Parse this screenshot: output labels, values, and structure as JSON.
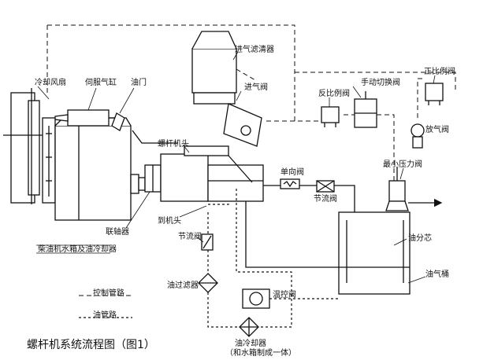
{
  "labels": {
    "air_filter": "进气滤清器",
    "cooling_fan": "冷却风扇",
    "servo_cylinder": "伺服气缸",
    "throttle": "油门",
    "intake_valve": "进气阀",
    "proportional_valve": "反比例阀",
    "manual_switch_valve": "手动切换阀",
    "direct_proportional_valve": "正比例阀",
    "vent_valve": "放气阀",
    "screw_head": "螺杆机头",
    "check_valve": "单向阀",
    "min_pressure_valve": "最小压力阀",
    "throttle_valve_right": "节流阀",
    "coupling": "联轴器",
    "to_head": "到机头",
    "oil_separator": "油分芯",
    "throttle_valve_left": "节流阀",
    "engine_radiator": "柴油机水箱及油冷却器",
    "oil_gas_tank": "油气桶",
    "oil_filter": "油过滤器",
    "temp_control_valve": "温控阀",
    "oil_cooler": "油冷却器",
    "oil_cooler_note": "（和水箱制成一体）"
  },
  "legend": {
    "control_line": "控制管路",
    "oil_line": "油管路"
  },
  "title": "螺杆机系统流程图（图1）",
  "colors": {
    "line": "#111111",
    "fill": "#ffffff",
    "shade": "#dddddd"
  }
}
